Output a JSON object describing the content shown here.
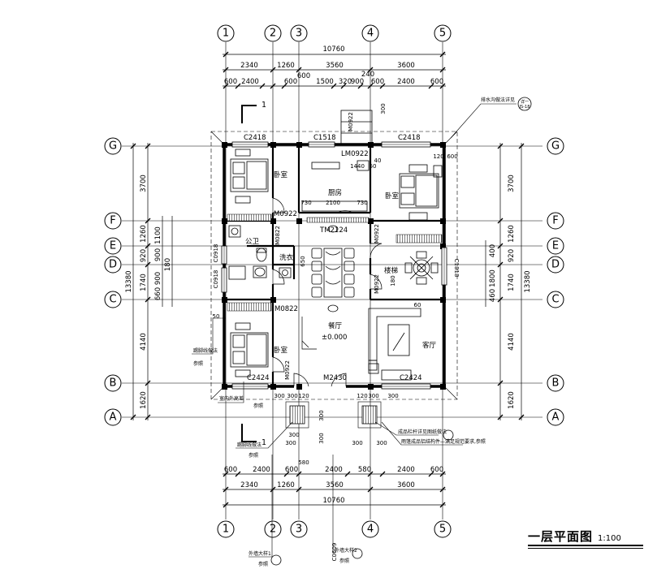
{
  "drawing": {
    "title": "一层平面图",
    "scale": "1:100"
  },
  "axes": {
    "columns": [
      "1",
      "2",
      "3",
      "4",
      "5"
    ],
    "rows": [
      "G",
      "F",
      "E",
      "D",
      "C",
      "B",
      "A"
    ]
  },
  "dimensions": {
    "total_width": "10760",
    "total_depth": "13380",
    "col_spans": [
      "2340",
      "1260",
      "3560",
      "3600"
    ],
    "top_detail": [
      "600",
      "2400",
      "600",
      "1500",
      "320",
      "900",
      "600",
      "2400",
      "600"
    ],
    "top_small": [
      "600",
      "240"
    ],
    "bottom_detail": [
      "600",
      "2400",
      "600",
      "2400",
      "580",
      "2400",
      "600"
    ],
    "bottom_spans": [
      "2340",
      "1260",
      "3560",
      "3600"
    ],
    "row_spans": [
      "3700",
      "1260",
      "920",
      "1740",
      "4140",
      "1620"
    ],
    "left_inner": [
      "1100",
      "900",
      "180",
      "900",
      "660"
    ],
    "right_inner": [
      "400",
      "1800",
      "460"
    ],
    "small_labels": [
      "120",
      "600",
      "730",
      "2100",
      "730",
      "1440",
      "60",
      "120",
      "120",
      "300",
      "300",
      "300",
      "300",
      "300",
      "580",
      "50",
      "60",
      "40",
      "180",
      "650"
    ],
    "porch_labels": [
      "300",
      "300",
      "300",
      "300",
      "300",
      "300"
    ]
  },
  "rooms": {
    "bedroom": "卧室",
    "kitchen": "厨房",
    "toilet": "公卫",
    "laundry": "洗衣",
    "stair": "楼梯",
    "dining": "餐厅",
    "elevation": "±0.000",
    "living": "客厅"
  },
  "openings": {
    "c2418_left": "C2418",
    "c1518": "C1518",
    "c2418_right": "C2418",
    "lm0922": "LM0922",
    "m0922_f": "M0922",
    "m0822_e": "M0822",
    "tm2124": "TM2124",
    "m0922_e": "M0922",
    "c0918_a": "C0918",
    "c0918_b": "C0918",
    "c1818": "C1818",
    "m0922_d": "M0922",
    "m0822_c": "M0822",
    "c2424_left": "C2424",
    "m0922_b": "M0922",
    "m2430": "M2430",
    "c2424_right": "C2424",
    "top_vert_a": "M0922",
    "top_vert_b": "C0609"
  },
  "annotations": {
    "note_top_right": "排水沟做法详见",
    "note_left_a": "踢脚线做法",
    "note_left_a2": "参照",
    "note_left_b": "室内外高差",
    "note_left_b2": "参照",
    "note_left_c": "踢脚线做法",
    "note_left_c2": "参照",
    "note_right_a": "成品栏杆详见图纸做法",
    "note_right_b": "雨篷成品铝结构件—满足规范要求,参照",
    "note_bot_a": "外墙大样1",
    "note_bot_a2": "参照",
    "note_bot_b": "外墙大样2",
    "note_bot_b2": "参照",
    "sym_ref": "详一",
    "sym_page": "JS-18",
    "section_1": "1"
  }
}
